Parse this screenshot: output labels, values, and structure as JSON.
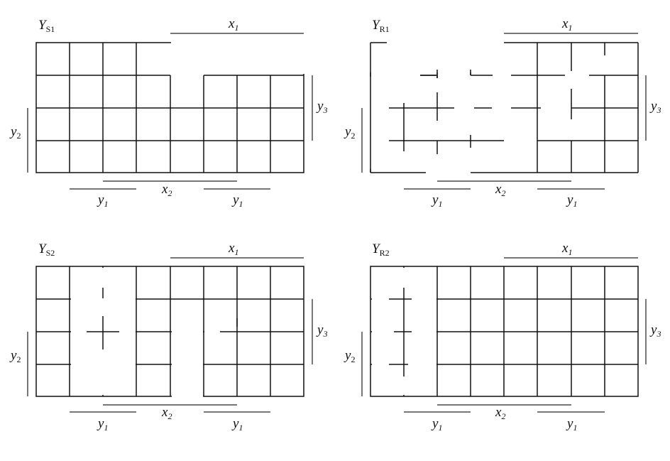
{
  "panels": [
    {
      "id": "ys1",
      "title_var": "Y",
      "title_sub": "S1",
      "x_top": {
        "var": "x",
        "sub": "1"
      },
      "y_right": {
        "var": "y",
        "sub": "3"
      },
      "y_left": {
        "var": "y",
        "sub": "2"
      },
      "x_bottom": {
        "var": "x",
        "sub": "2"
      },
      "y_bottom_left": {
        "var": "y",
        "sub": "1"
      },
      "y_bottom_right": {
        "var": "y",
        "sub": "1"
      }
    },
    {
      "id": "yr1",
      "title_var": "Y",
      "title_sub": "R1",
      "x_top": {
        "var": "x",
        "sub": "1"
      },
      "y_right": {
        "var": "y",
        "sub": "3"
      },
      "y_left": {
        "var": "y",
        "sub": "2"
      },
      "x_bottom": {
        "var": "x",
        "sub": "2"
      },
      "y_bottom_left": {
        "var": "y",
        "sub": "1"
      },
      "y_bottom_right": {
        "var": "y",
        "sub": "1"
      }
    },
    {
      "id": "ys2",
      "title_var": "Y",
      "title_sub": "S2",
      "x_top": {
        "var": "x",
        "sub": "1"
      },
      "y_right": {
        "var": "y",
        "sub": "3"
      },
      "y_left": {
        "var": "y",
        "sub": "2"
      },
      "x_bottom": {
        "var": "x",
        "sub": "2"
      },
      "y_bottom_left": {
        "var": "y",
        "sub": "1"
      },
      "y_bottom_right": {
        "var": "y",
        "sub": "1"
      }
    },
    {
      "id": "yr2",
      "title_var": "Y",
      "title_sub": "R2",
      "x_top": {
        "var": "x",
        "sub": "1"
      },
      "y_right": {
        "var": "y",
        "sub": "3"
      },
      "y_left": {
        "var": "y",
        "sub": "2"
      },
      "x_bottom": {
        "var": "x",
        "sub": "2"
      },
      "y_bottom_left": {
        "var": "y",
        "sub": "1"
      },
      "y_bottom_right": {
        "var": "y",
        "sub": "1"
      }
    }
  ]
}
